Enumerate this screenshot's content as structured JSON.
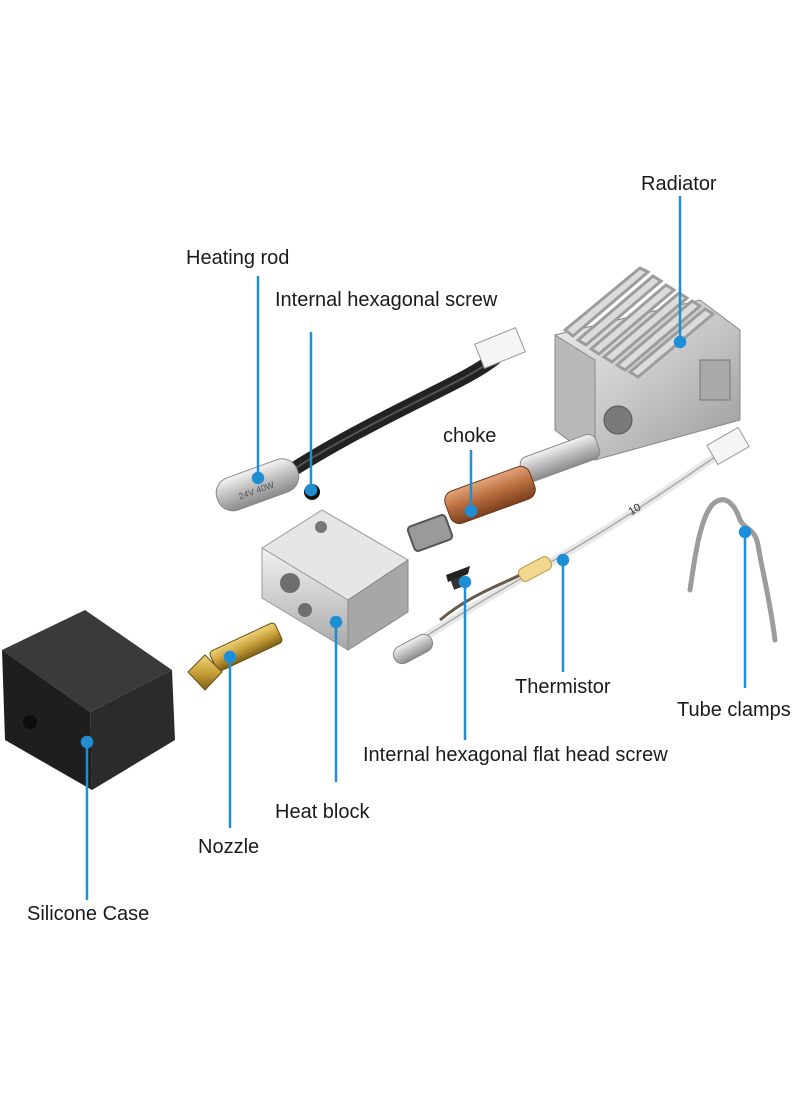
{
  "labels": {
    "radiator": "Radiator",
    "heating_rod": "Heating rod",
    "internal_hex_screw": "Internal hexagonal screw",
    "choke": "choke",
    "thermistor": "Thermistor",
    "tube_clamps": "Tube clamps",
    "flat_head_screw": "Internal hexagonal flat head screw",
    "heat_block": "Heat block",
    "nozzle": "Nozzle",
    "silicone_case": "Silicone Case"
  },
  "heating_rod_marking": "24V 40W",
  "thermistor_marking": "10",
  "colors": {
    "leader_line": "#1e8fd6",
    "leader_dot": "#1e8fd6",
    "aluminum": "#c9c9c9",
    "copper": "#b86b3c",
    "brass": "#c8a03a",
    "silicone": "#2a2a2a",
    "cable": "#222222"
  }
}
